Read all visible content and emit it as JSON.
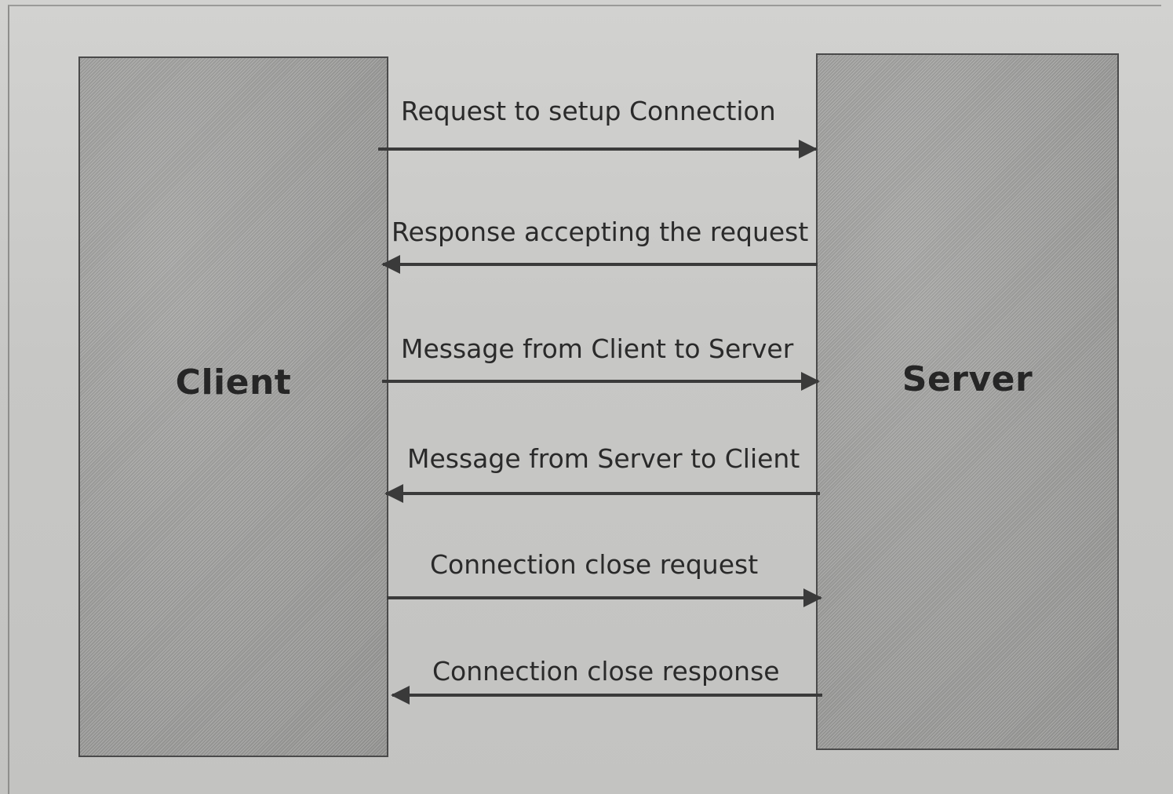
{
  "client": {
    "label": "Client"
  },
  "server": {
    "label": "Server"
  },
  "messages": [
    {
      "label": "Request to setup Connection",
      "direction": "to-server"
    },
    {
      "label": "Response accepting the request",
      "direction": "to-client"
    },
    {
      "label": "Message from Client to Server",
      "direction": "to-server"
    },
    {
      "label": "Message from Server to Client",
      "direction": "to-client"
    },
    {
      "label": "Connection close request",
      "direction": "to-server"
    },
    {
      "label": "Connection close response",
      "direction": "to-client"
    }
  ],
  "colors": {
    "box_fill": "#979795",
    "line": "#3a3a3a",
    "text": "#2a2a2a",
    "background": "#c9c9c7"
  }
}
